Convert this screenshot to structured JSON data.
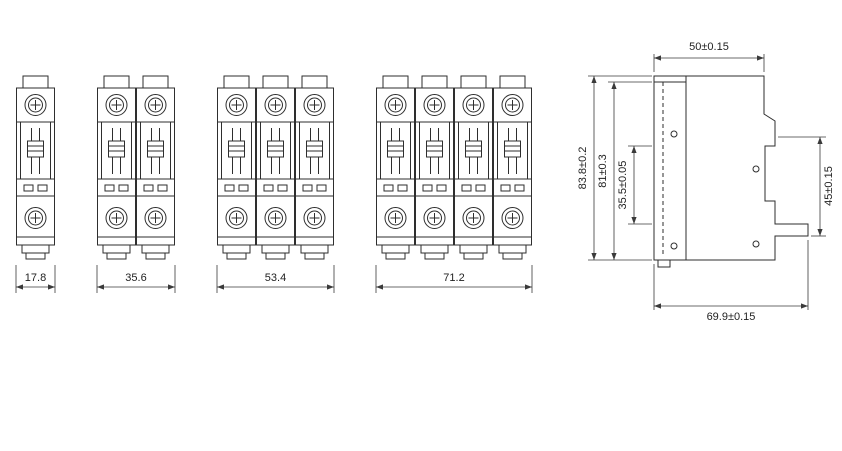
{
  "front_views": [
    {
      "name": "1-pole breaker front view",
      "poles": 1,
      "width_label": "17.8"
    },
    {
      "name": "2-pole breaker front view",
      "poles": 2,
      "width_label": "35.6"
    },
    {
      "name": "3-pole breaker front view",
      "poles": 3,
      "width_label": "53.4"
    },
    {
      "name": "4-pole breaker front view",
      "poles": 4,
      "width_label": "71.2"
    }
  ],
  "side_view": {
    "top_width_label": "50±0.15",
    "overall_height_label": "83.8±0.2",
    "body_height_label": "81±0.3",
    "din_rail_label": "35.5±0.05",
    "rear_section_label": "45±0.15",
    "base_depth_label": "69.9±0.15"
  },
  "colors": {
    "line": "#2e2e2e",
    "dimension": "#3a3a3a",
    "background": "#ffffff"
  }
}
